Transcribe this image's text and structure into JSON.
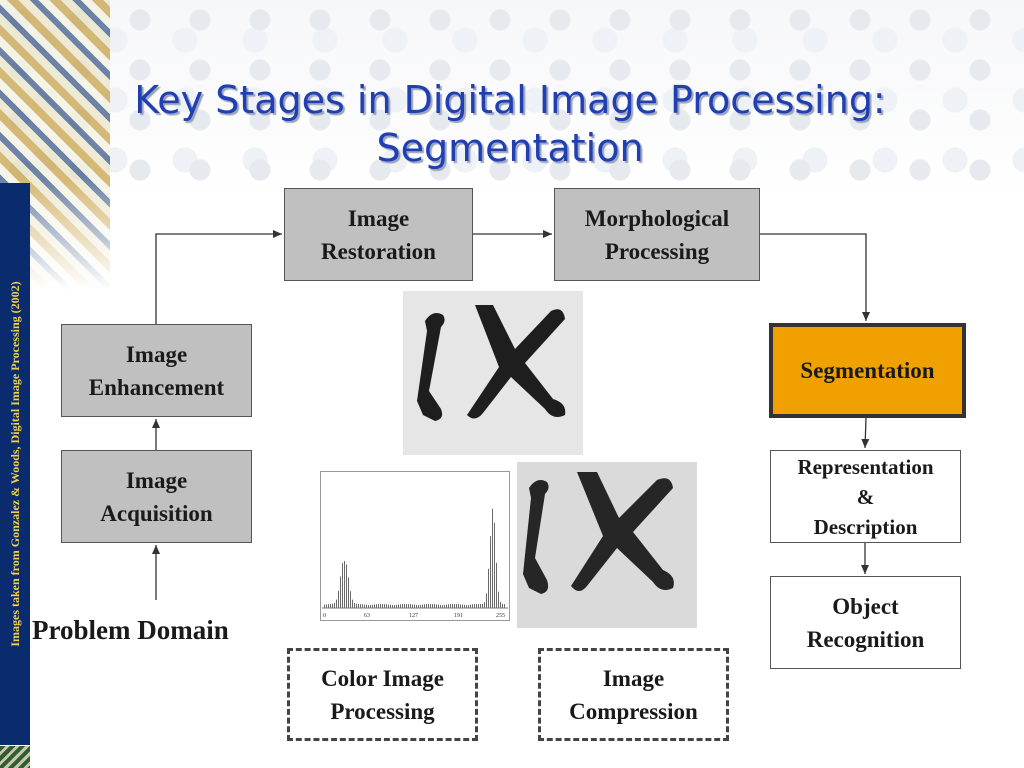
{
  "slide": {
    "title_line1": "Key Stages in Digital Image Processing:",
    "title_line2": "Segmentation",
    "side_credit": "Images taken from Gonzalez & Woods, Digital Image Processing (2002)"
  },
  "stages": {
    "restoration": [
      "Image",
      "Restoration"
    ],
    "morphological": [
      "Morphological",
      "Processing"
    ],
    "enhancement": [
      "Image",
      "Enhancement"
    ],
    "acquisition": [
      "Image",
      "Acquisition"
    ],
    "segmentation": "Segmentation",
    "representation": [
      "Representation",
      "&",
      "Description"
    ],
    "object_recognition": [
      "Object",
      "Recognition"
    ],
    "color": [
      "Color Image",
      "Processing"
    ],
    "compression": [
      "Image",
      "Compression"
    ],
    "problem_domain": "Problem Domain"
  },
  "histogram": {
    "ticks": [
      "0",
      "63",
      "127",
      "191",
      "255"
    ]
  },
  "colors": {
    "title": "#1f3fb3",
    "highlight": "#f0a100",
    "side_bar": "#0a2c6e",
    "side_text": "#f2d24a"
  }
}
